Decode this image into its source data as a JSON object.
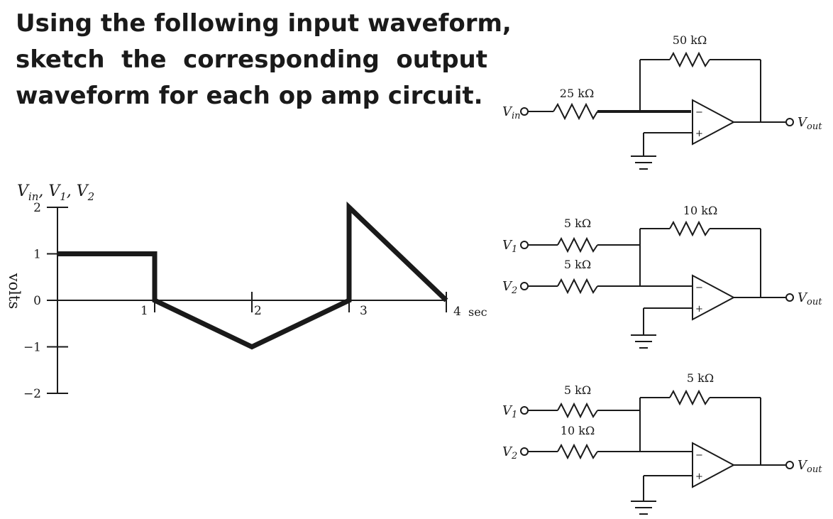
{
  "question": {
    "line1": "Using the following input waveform,",
    "line2": "sketch the corresponding output",
    "line3": "waveform for each op amp circuit."
  },
  "chart_data": {
    "type": "line",
    "x": [
      0,
      1,
      1,
      2,
      3,
      3,
      4
    ],
    "values": [
      1,
      1,
      0,
      -1,
      0,
      2,
      0
    ],
    "ylabel": "volts",
    "series_label": {
      "v": "V",
      "sub": "in",
      "rest": ", V",
      "sub1": "1",
      "rest2": ", V",
      "sub2": "2"
    },
    "xunit": "sec",
    "xticks": [
      1,
      2,
      3,
      4
    ],
    "yticks": [
      2,
      1,
      0,
      -1,
      -2
    ],
    "xlim": [
      0,
      4
    ],
    "ylim": [
      -2,
      2
    ]
  },
  "circuit1": {
    "rin_label": "25 kΩ",
    "rf_label": "50 kΩ",
    "in_label": {
      "v": "V",
      "sub": "in"
    },
    "out_label": {
      "v": "V",
      "sub": "out"
    }
  },
  "circuit2": {
    "r1_label": "5 kΩ",
    "r2_label": "5 kΩ",
    "rf_label": "10 kΩ",
    "in1_label": {
      "v": "V",
      "sub": "1"
    },
    "in2_label": {
      "v": "V",
      "sub": "2"
    },
    "out_label": {
      "v": "V",
      "sub": "out"
    }
  },
  "circuit3": {
    "r1_label": "5 kΩ",
    "r2_label": "10 kΩ",
    "rf_label": "5 kΩ",
    "in1_label": {
      "v": "V",
      "sub": "1"
    },
    "in2_label": {
      "v": "V",
      "sub": "2"
    },
    "out_label": {
      "v": "V",
      "sub": "out"
    }
  },
  "opamp_signs": {
    "minus": "−",
    "plus": "+"
  }
}
